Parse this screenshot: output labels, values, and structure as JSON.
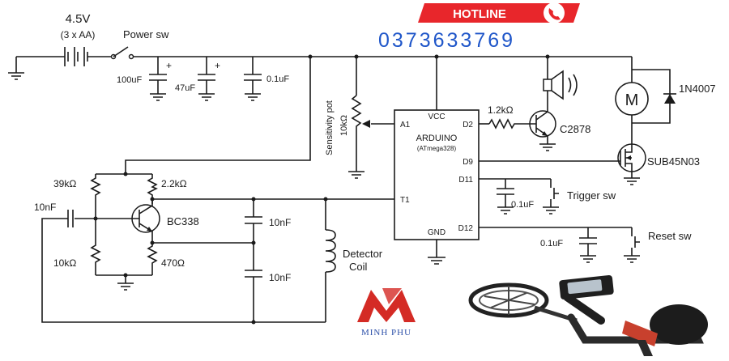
{
  "banner": {
    "hotline_label": "HOTLINE",
    "phone_number": "0373633769",
    "brand_color": "#e8262b",
    "phone_color": "#1f56c9"
  },
  "battery": {
    "voltage": "4.5V",
    "cells": "(3 x AA)"
  },
  "labels": {
    "power_switch": "Power sw",
    "cap_100uF": "100uF",
    "cap_47uF": "47uF",
    "cap_01uF_top": "0.1uF",
    "sensitivity_pot_title": "Sensitivity pot",
    "pot_value": "10kΩ",
    "r_39k": "39kΩ",
    "r_22k": "2.2kΩ",
    "r_10k": "10kΩ",
    "r_470": "470Ω",
    "cap_10nF_in": "10nF",
    "cap_10nF_a": "10nF",
    "cap_10nF_b": "10nF",
    "transistor_bc338": "BC338",
    "detector_coil_line1": "Detector",
    "detector_coil_line2": "Coil",
    "r_12k": "1.2kΩ",
    "transistor_c2878": "C2878",
    "mosfet": "SUB45N03",
    "diode": "1N4007",
    "motor": "M",
    "cap_01uF_trigger": "0.1uF",
    "trigger_switch": "Trigger sw",
    "cap_01uF_reset": "0.1uF",
    "reset_switch": "Reset sw"
  },
  "arduino": {
    "title": "ARDUINO",
    "subtitle": "(ATmega328)",
    "pins": {
      "vcc": "VCC",
      "a1": "A1",
      "t1": "T1",
      "gnd": "GND",
      "d2": "D2",
      "d9": "D9",
      "d11": "D11",
      "d12": "D12"
    }
  },
  "logo": {
    "text": "MINH PHU"
  },
  "colors": {
    "wire": "#1a1a1a",
    "logo_red": "#d42b25"
  }
}
